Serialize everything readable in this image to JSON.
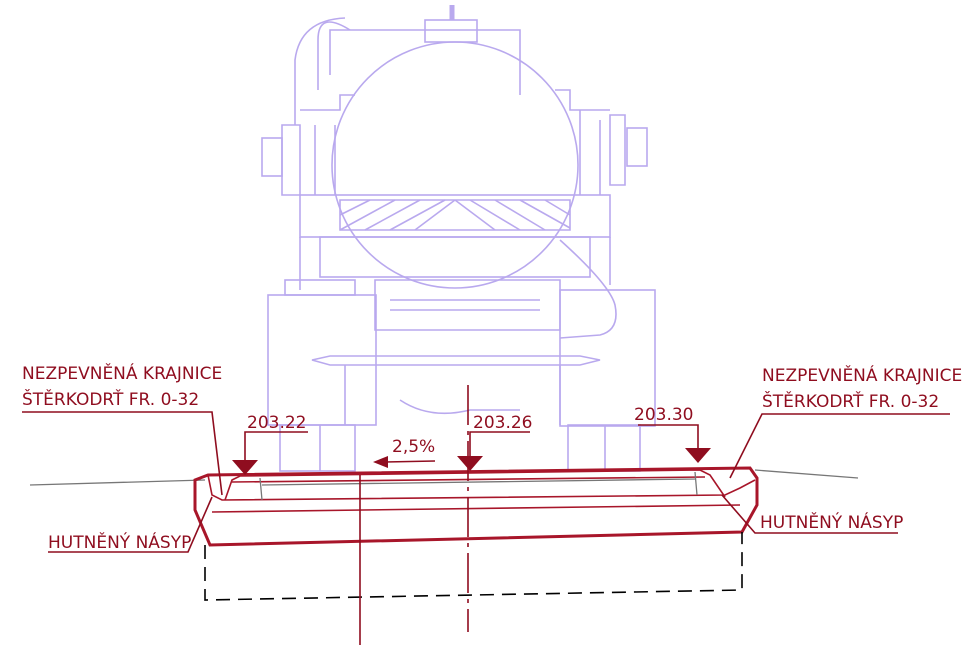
{
  "labels": {
    "left_shoulder_line1": "NEZPEVNĚNÁ KRAJNICE",
    "left_shoulder_line2": "ŠTĚRKODRŤ FR. 0-32",
    "right_shoulder_line1": "NEZPEVNĚNÁ KRAJNICE",
    "right_shoulder_line2": "ŠTĚRKODRŤ FR. 0-32",
    "left_embankment": "HUTNĚNÝ NÁSYP",
    "right_embankment": "HUTNĚNÝ NÁSYP"
  },
  "elevations": {
    "left": "203.22",
    "center": "203.26",
    "right": "203.30"
  },
  "slope": {
    "value": "2,5%"
  },
  "colors": {
    "vehicle": "#b9a9ee",
    "section": "#a8162a",
    "text": "#8f0d1f",
    "terrain": "#777777"
  }
}
